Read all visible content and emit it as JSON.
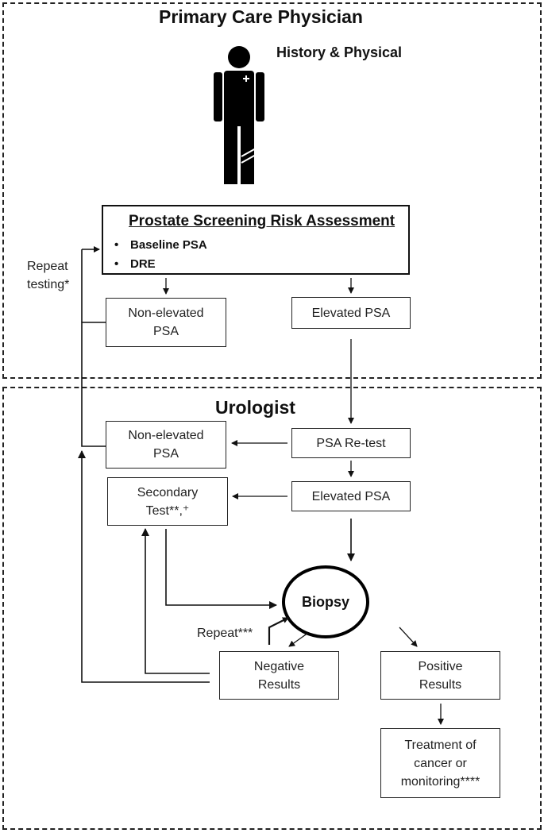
{
  "sections": {
    "pcp": {
      "title": "Primary Care Physician"
    },
    "urologist": {
      "title": "Urologist"
    }
  },
  "pcp": {
    "history_label": "History & Physical",
    "risk_assessment": {
      "title": "Prostate Screening Risk Assessment",
      "items": [
        "Baseline PSA",
        "DRE"
      ]
    },
    "repeat_testing": [
      "Repeat",
      "testing*"
    ],
    "non_elevated": [
      "Non-elevated",
      "PSA"
    ],
    "elevated": "Elevated PSA"
  },
  "urologist": {
    "non_elevated": [
      "Non-elevated",
      "PSA"
    ],
    "psa_retest": "PSA Re-test",
    "secondary_test": [
      "Secondary",
      "Test**,⁺"
    ],
    "elevated": "Elevated PSA",
    "biopsy": "Biopsy",
    "repeat": "Repeat***",
    "negative": [
      "Negative",
      "Results"
    ],
    "positive": [
      "Positive",
      "Results"
    ],
    "treatment": [
      "Treatment of",
      "cancer or",
      "monitoring****"
    ]
  },
  "icons": {
    "person": "person-with-cross-icon"
  }
}
